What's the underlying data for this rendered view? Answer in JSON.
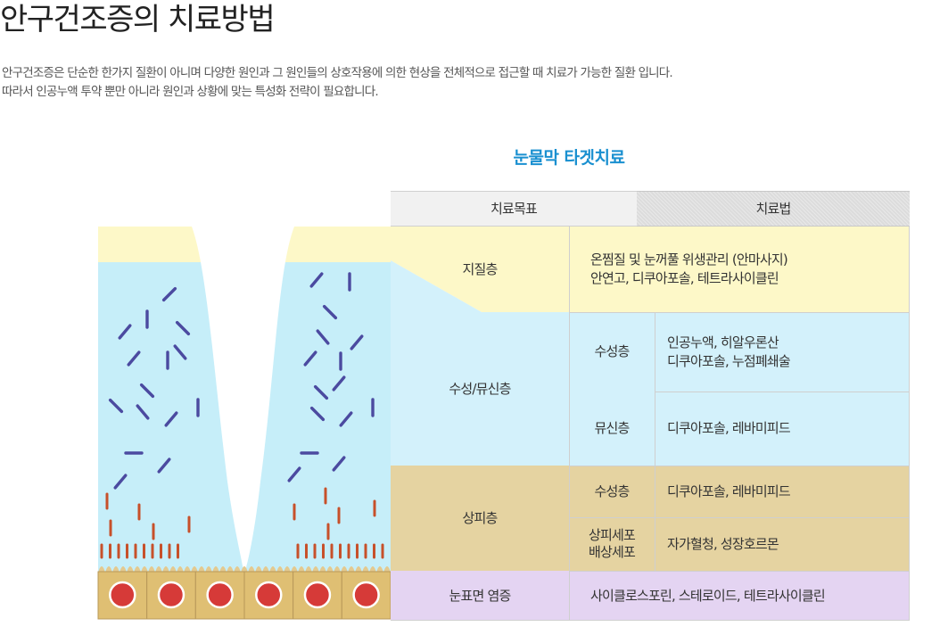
{
  "title": "안구건조증의 치료방법",
  "intro": [
    "안구건조증은 단순한 한가지 질환이 아니며 다양한 원인과 그 원인들의 상호작용에 의한 현상을 전체적으로 접근할 때 치료가 가능한 질환 입니다.",
    "따라서 인공누액 투약 뿐만 아니라 원인과 상황에 맞는 특성화 전략이 필요합니다."
  ],
  "diagram_title": "눈물막 타겟치료",
  "colors": {
    "lipid": "#fdf8c8",
    "aqueous": "#d3f1fb",
    "epithelium": "#e5d3a1",
    "inflammation": "#e4d4f2",
    "title_accent": "#1a90d0"
  },
  "table": {
    "header": {
      "goal": "치료목표",
      "method": "치료법"
    },
    "lipid": {
      "label": "지질층",
      "method_1": "온찜질 및 눈꺼풀 위생관리 (안마사지)",
      "method_2": "안연고, 디쿠아포솔, 테트라사이클린"
    },
    "aqueous_mucin": {
      "label": "수성/뮤신층",
      "aqueous_label": "수성층",
      "aqueous_method_1": "인공누액, 히알우론산",
      "aqueous_method_2": "디쿠아포솔, 누점폐쇄술",
      "mucin_label": "뮤신층",
      "mucin_method": "디쿠아포솔, 레바미피드"
    },
    "epithelium": {
      "label": "상피층",
      "aqueous_label": "수성층",
      "aqueous_method": "디쿠아포솔, 레바미피드",
      "shedding_label_1": "상피세포",
      "shedding_label_2": "배상세포",
      "shedding_method": "자가혈청, 성장호르몬"
    },
    "inflammation": {
      "label": "눈표면 염증",
      "method": "사이클로스포린, 스테로이드, 테트라사이클린"
    }
  }
}
